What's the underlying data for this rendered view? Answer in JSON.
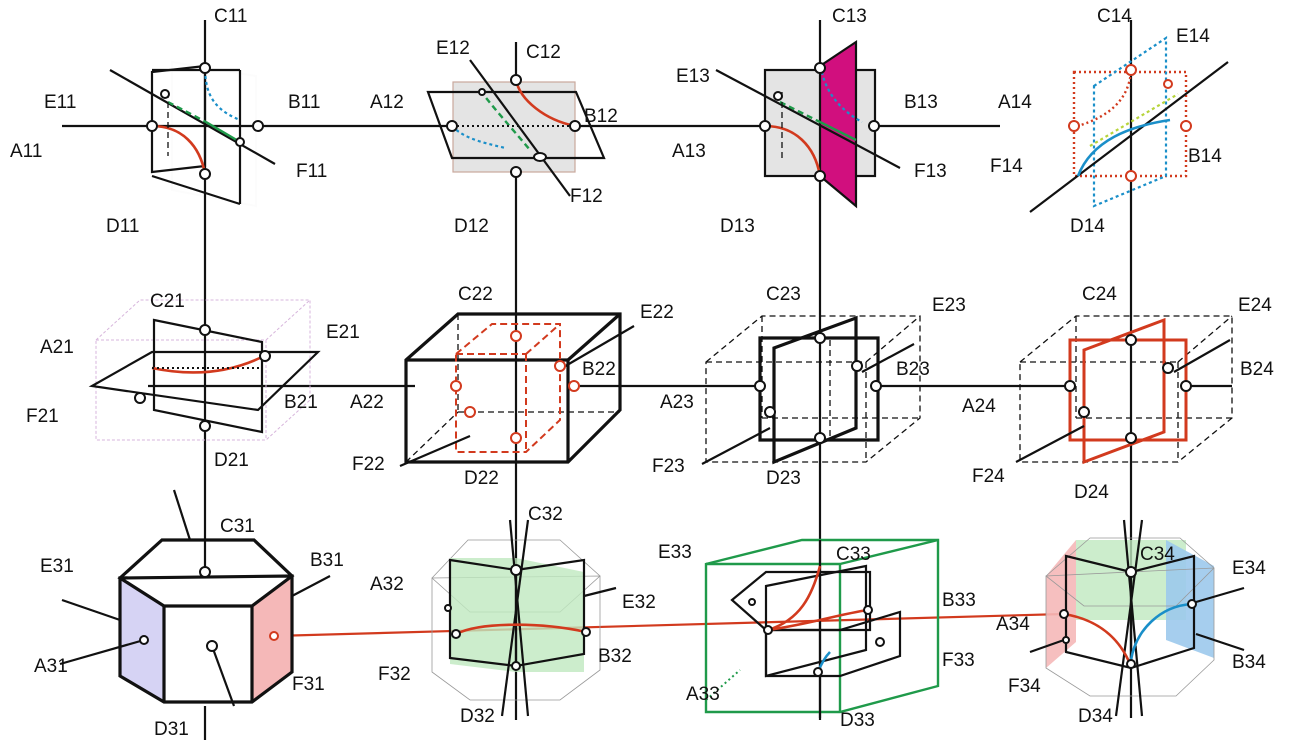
{
  "labels": {
    "A11": "A11",
    "B11": "B11",
    "C11": "C11",
    "D11": "D11",
    "E11": "E11",
    "F11": "F11",
    "A12": "A12",
    "B12": "B12",
    "C12": "C12",
    "D12": "D12",
    "E12": "E12",
    "F12": "F12",
    "A13": "A13",
    "B13": "B13",
    "C13": "C13",
    "D13": "D13",
    "E13": "E13",
    "F13": "F13",
    "A14": "A14",
    "B14": "B14",
    "C14": "C14",
    "D14": "D14",
    "E14": "E14",
    "F14": "F14",
    "A21": "A21",
    "B21": "B21",
    "C21": "C21",
    "D21": "D21",
    "E21": "E21",
    "F21": "F21",
    "A22": "A22",
    "B22": "B22",
    "C22": "C22",
    "D22": "D22",
    "E22": "E22",
    "F22": "F22",
    "A23": "A23",
    "B23": "B23",
    "C23": "C23",
    "D23": "D23",
    "E23": "E23",
    "F23": "F23",
    "A24": "A24",
    "B24": "B24",
    "C24": "C24",
    "D24": "D24",
    "E24": "E24",
    "F24": "F24",
    "A31": "A31",
    "B31": "B31",
    "C31": "C31",
    "D31": "D31",
    "E31": "E31",
    "F31": "F31",
    "A32": "A32",
    "B32": "B32",
    "C32": "C32",
    "D32": "D32",
    "E32": "E32",
    "F32": "F32",
    "A33": "A33",
    "B33": "B33",
    "C33": "C33",
    "D33": "D33",
    "E33": "E33",
    "F33": "F33",
    "A34": "A34",
    "B34": "B34",
    "C34": "C34",
    "D34": "D34",
    "E34": "E34",
    "F34": "F34"
  },
  "colors": {
    "line": "#111111",
    "red": "#d23a1e",
    "green": "#1f9a4a",
    "blue": "#1a8fc9",
    "magenta": "#d10f7e",
    "panel_gray": "#e4e4e4",
    "panel_green": "#bfe8bf",
    "panel_violet": "#d6d3f4",
    "panel_pink": "#f5b8b8",
    "panel_blue": "#9cc9ec",
    "dotted_yellow_green": "#b7d43b"
  }
}
